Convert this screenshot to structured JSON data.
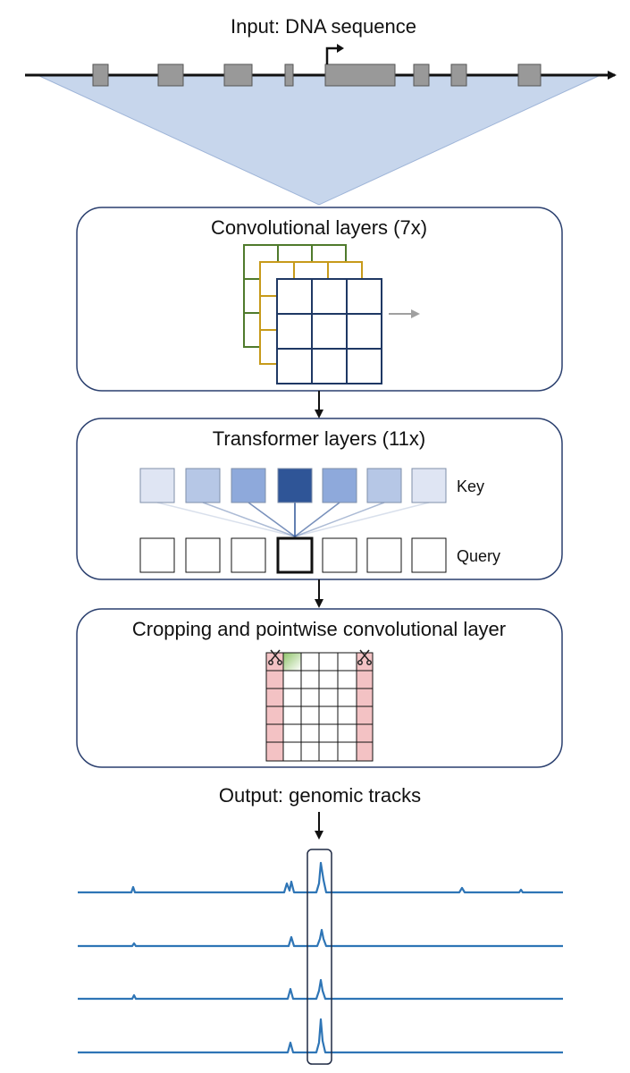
{
  "input": {
    "label": "Input: DNA sequence"
  },
  "stages": {
    "conv": {
      "title": "Convolutional layers (7x)"
    },
    "trans": {
      "title": "Transformer layers (11x)",
      "key_label": "Key",
      "query_label": "Query"
    },
    "crop": {
      "title": "Cropping and pointwise convolutional layer"
    }
  },
  "output": {
    "label": "Output: genomic tracks"
  },
  "colors": {
    "line": "#111111",
    "exon_fill": "#999999",
    "exon_stroke": "#555555",
    "cone_fill": "#c7d6ec",
    "cone_stroke": "#9fb5d8",
    "box_stroke": "#2a3f6e",
    "conv_layer1": "#4f7a2c",
    "conv_layer2": "#c79a1a",
    "conv_layer3": "#1f3864",
    "key_shades": [
      "#dfe5f3",
      "#b6c7e6",
      "#8ea9db",
      "#2f5597",
      "#8ea9db",
      "#b6c7e6",
      "#dfe5f3"
    ],
    "crop_red": "#f3c2c4",
    "crop_green": "#a8d08d",
    "track": "#2e75b6"
  },
  "icons": {
    "scissors": "scissors-icon",
    "tss": "tss-arrow-icon"
  }
}
